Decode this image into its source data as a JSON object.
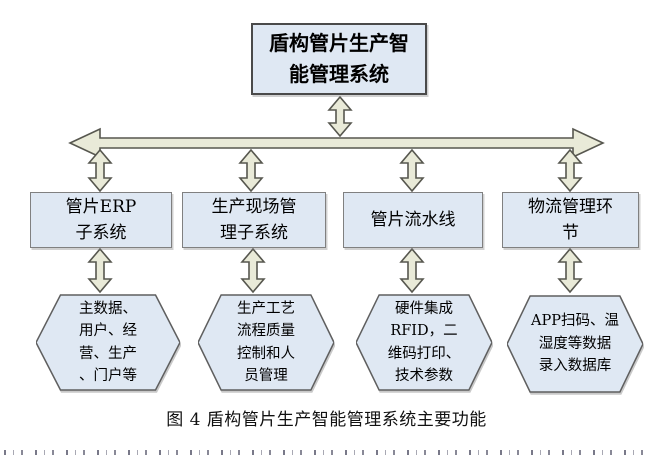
{
  "diagram": {
    "top_box": {
      "label": "盾构管片生产智\n能管理系统"
    },
    "columns": [
      {
        "box_label": "管片ERP\n子系统",
        "hex_label": "主数据、\n用户、经\n营、生产\n、门户等"
      },
      {
        "box_label": "生产现场管\n理子系统",
        "hex_label": "生产工艺\n流程质量\n控制和人\n员管理"
      },
      {
        "box_label": "管片流水线",
        "hex_label": "硬件集成\nRFID，二\n维码打印、\n技术参数"
      },
      {
        "box_label": "物流管理环\n节",
        "hex_label": "APP扫码、温\n湿度等数据\n录入数据库"
      }
    ],
    "caption": "图 4 盾构管片生产智能管理系统主要功能",
    "colors": {
      "box_fill": "#dfe8f3",
      "box_border": "#808080",
      "top_border": "#4a4a4a",
      "hex_border": "#5f5f5f",
      "arrow_fill": "#e9ead8",
      "arrow_stroke": "#57574f"
    }
  }
}
